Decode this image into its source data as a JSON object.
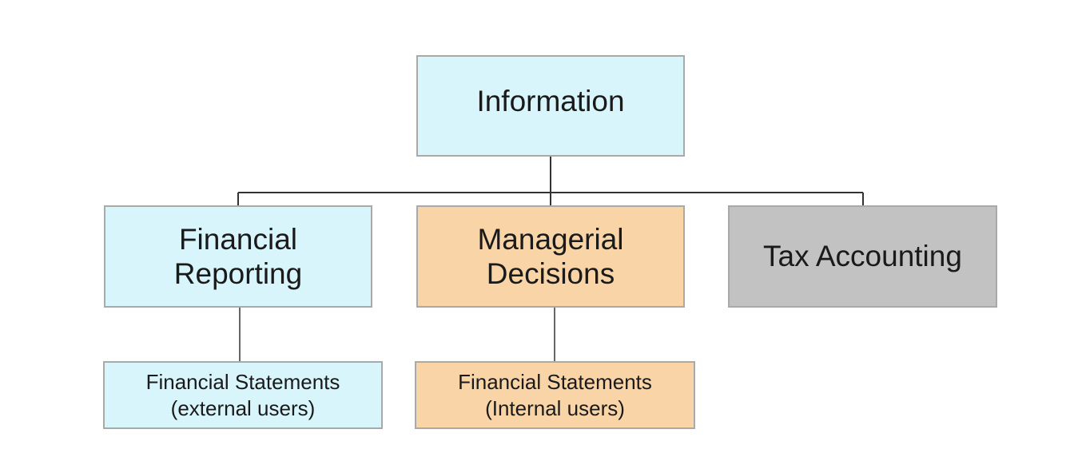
{
  "diagram": {
    "nodes": {
      "information": {
        "label": "Information",
        "color": "#d8f5fb"
      },
      "financial_reporting": {
        "label": "Financial\nReporting",
        "color": "#d8f5fb"
      },
      "managerial_decisions": {
        "label": "Managerial\nDecisions",
        "color": "#f8d4a7"
      },
      "tax_accounting": {
        "label": "Tax Accounting",
        "color": "#c2c2c2"
      },
      "fs_external": {
        "label": "Financial Statements\n(external users)",
        "color": "#d8f5fb"
      },
      "fs_internal": {
        "label": "Financial Statements\n(Internal users)",
        "color": "#f8d4a7"
      }
    },
    "edges": [
      {
        "from": "information",
        "to": "financial_reporting"
      },
      {
        "from": "information",
        "to": "managerial_decisions"
      },
      {
        "from": "information",
        "to": "tax_accounting"
      },
      {
        "from": "financial_reporting",
        "to": "fs_external"
      },
      {
        "from": "managerial_decisions",
        "to": "fs_internal"
      }
    ],
    "line_color": "#333333",
    "border_color": "#a9a9a9"
  }
}
